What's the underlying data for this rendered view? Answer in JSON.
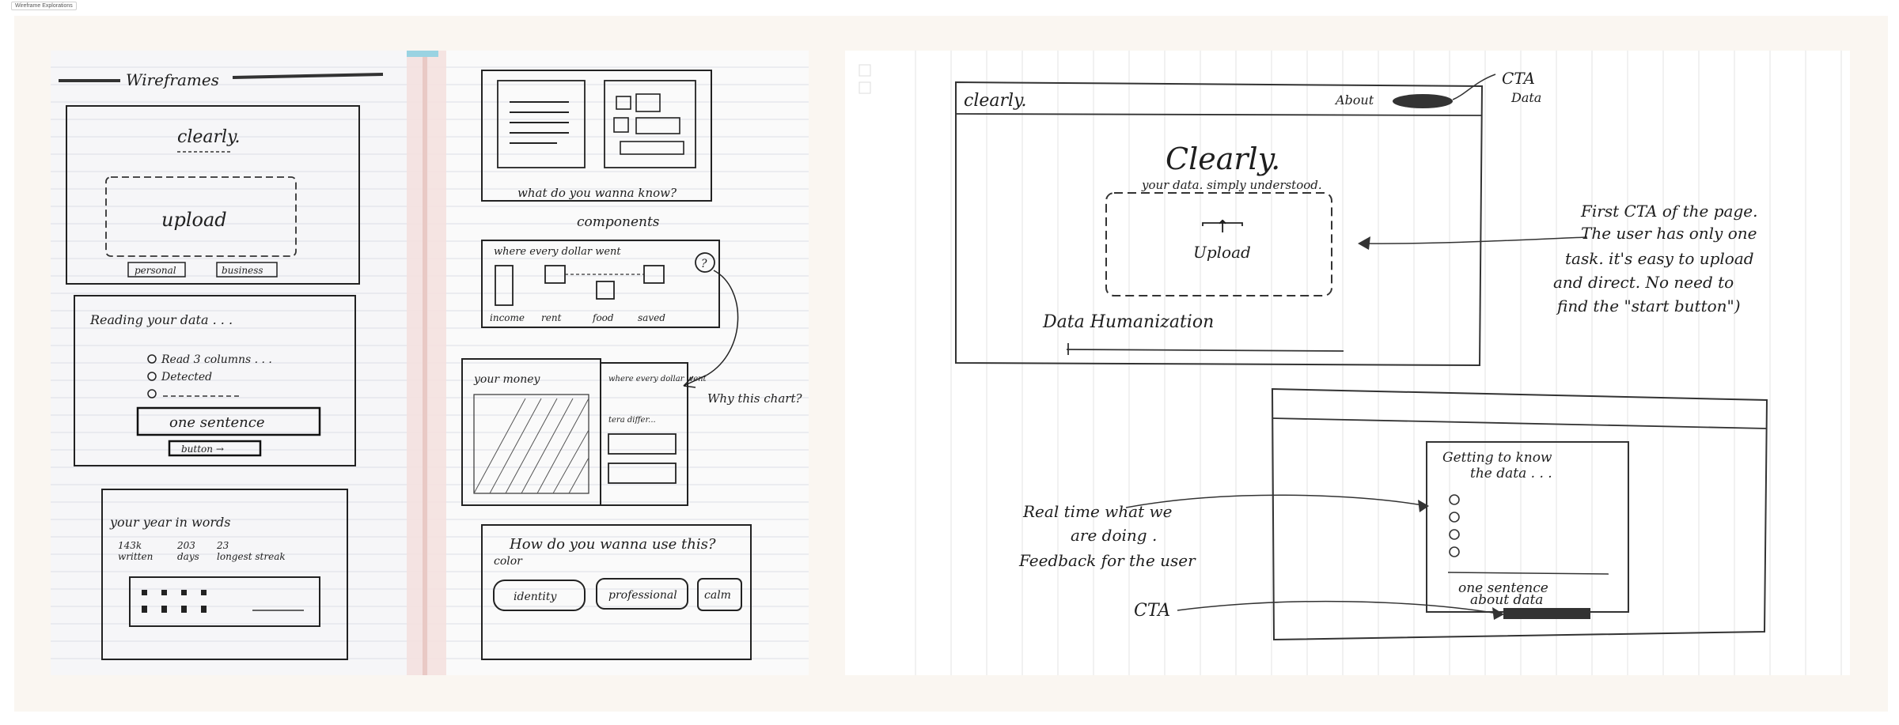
{
  "frame": {
    "label": "Wireframe Explorations"
  },
  "left_sketch": {
    "header": "Wireframes",
    "landing": {
      "logo": "clearly.",
      "upload": "upload",
      "btn_personal": "personal",
      "btn_business": "business"
    },
    "reading": {
      "title": "Reading your data . . .",
      "item1": "Read 3 columns . . .",
      "item2": "Detected",
      "sentence": "one sentence",
      "button": "button →"
    },
    "year": {
      "title": "your year in words",
      "stat1_value": "143k",
      "stat1_label": "written",
      "stat2_value": "203",
      "stat2_label": "days",
      "stat3_value": "23",
      "stat3_label": "longest streak"
    },
    "want": {
      "label": "what do you wanna know?"
    },
    "components": {
      "title": "components",
      "chart_title": "where every dollar went",
      "help": "?",
      "labels": [
        "income",
        "rent",
        "food",
        "saved"
      ]
    },
    "money": {
      "title": "your money",
      "side_title": "where every dollar went",
      "side_sub": "tera differ...",
      "why": "Why this chart?"
    },
    "use": {
      "title": "How do you wanna use this?",
      "sub": "color",
      "opt1": "identity",
      "opt2": "professional",
      "opt3": "calm"
    }
  },
  "right_sketch": {
    "logo": "clearly.",
    "about": "About",
    "cta_note_1": "CTA",
    "cta_note_2": "Data",
    "hero_title": "Clearly.",
    "hero_sub": "your data. simply understood.",
    "upload_icon": "↑",
    "upload": "Upload",
    "humanization": "Data Humanization",
    "annotation_lines": [
      "First CTA of the page.",
      "The user has only one",
      "task. it's easy to upload",
      "and direct. No need to",
      "find the \"start button\")"
    ],
    "getting_title_1": "Getting to know",
    "getting_title_2": "the data . . .",
    "sentence_1": "one sentence",
    "sentence_2": "about data",
    "realtime_lines": [
      "Real time what we",
      "are doing .",
      "Feedback for the user"
    ],
    "cta_bottom": "CTA"
  }
}
